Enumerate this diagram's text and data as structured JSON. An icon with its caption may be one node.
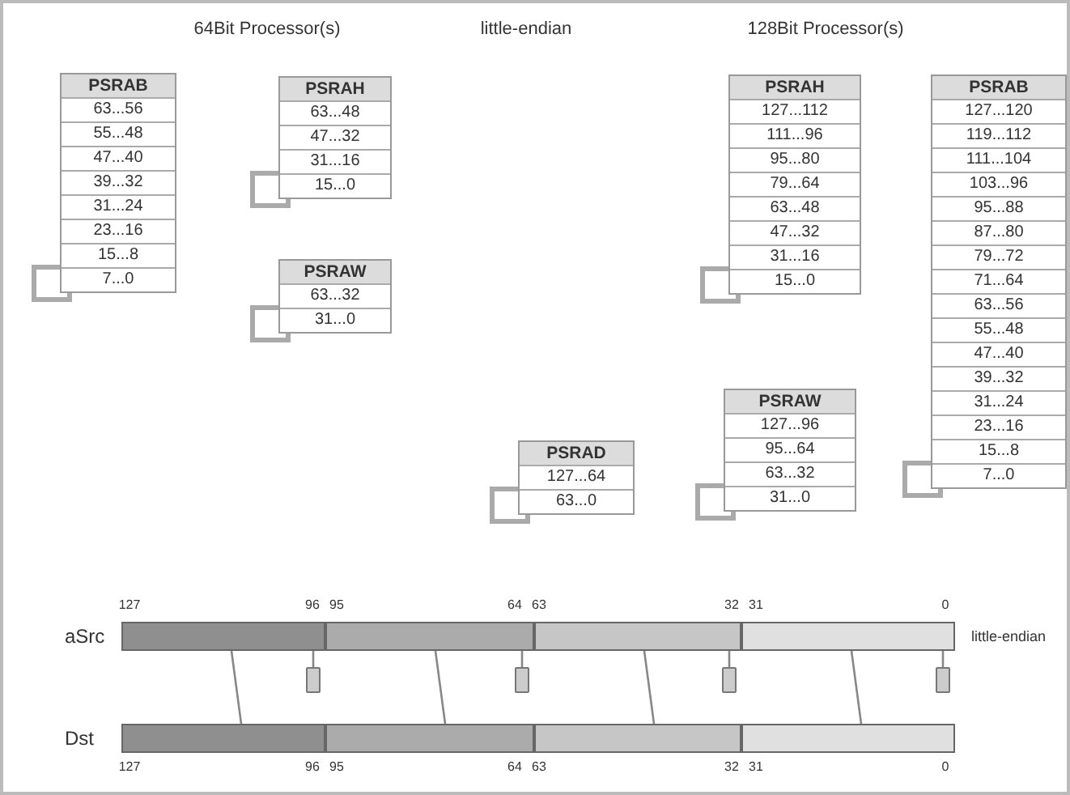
{
  "diagram": {
    "nodes": [
      {
        "text": [
          "aSrc"
        ]
      },
      {
        "text": [],
        "shape": "bar",
        "in": 0
      },
      {
        "text": [],
        "shape": "bar",
        "in": 0
      },
      {
        "text": [],
        "shape": "bar",
        "in": 0
      },
      {
        "text": [],
        "shape": "bar",
        "in": 0
      },
      {
        "text": [
          "Dst"
        ]
      },
      {
        "text": [],
        "shape": "bar",
        "in": 5
      },
      {
        "text": [],
        "shape": "bar",
        "in": 5
      },
      {
        "text": [],
        "shape": "bar",
        "in": 5
      },
      {
        "text": [],
        "shape": "bar",
        "in": 5
      },
      {
        "text": [],
        "shape": "box"
      },
      {
        "text": [],
        "shape": "box"
      },
      {
        "text": [],
        "shape": "box"
      },
      {
        "text": [],
        "shape": "box"
      }
    ],
    "edges": [
      {
        "from": 1,
        "to": 6,
        "arrow": "none"
      },
      {
        "from": 2,
        "to": 7,
        "arrow": "none"
      },
      {
        "from": 3,
        "to": 8,
        "arrow": "none"
      },
      {
        "from": 4,
        "to": 9,
        "arrow": "none"
      },
      {
        "from": 1,
        "to": 10,
        "arrow": "none"
      },
      {
        "from": 2,
        "to": 11,
        "arrow": "none"
      },
      {
        "from": 3,
        "to": 12,
        "arrow": "none"
      },
      {
        "from": 4,
        "to": 13,
        "arrow": "none"
      }
    ],
    "labels": [
      "64Bit Processor(s)",
      "little-endian",
      "128Bit Processor(s)",
      "PSRAB",
      "63...56",
      "55...48",
      "47...40",
      "39...32",
      "31...24",
      "23...16",
      "15...8",
      "7...0",
      "PSRAH",
      "63...48",
      "47...32",
      "31...16",
      "15...0",
      "PSRAW",
      "63...32",
      "31...0",
      "PSRAD",
      "127...64",
      "63...0",
      "PSRAH",
      "127...112",
      "111...96",
      "95...80",
      "79...64",
      "63...48",
      "47...32",
      "31...16",
      "15...0",
      "PSRAW",
      "127...96",
      "95...64",
      "63...32",
      "31...0",
      "PSRAB",
      "127...120",
      "119...112",
      "111...104",
      "103...96",
      "95...88",
      "87...80",
      "79...72",
      "71...64",
      "63...56",
      "55...48",
      "47...40",
      "39...32",
      "31...24",
      "23...16",
      "15...8",
      "7...0",
      "127",
      "96",
      "95",
      "64",
      "63",
      "32",
      "31",
      "0",
      "little-endian",
      "127",
      "96",
      "95",
      "64",
      "63",
      "32",
      "31",
      "0"
    ]
  }
}
